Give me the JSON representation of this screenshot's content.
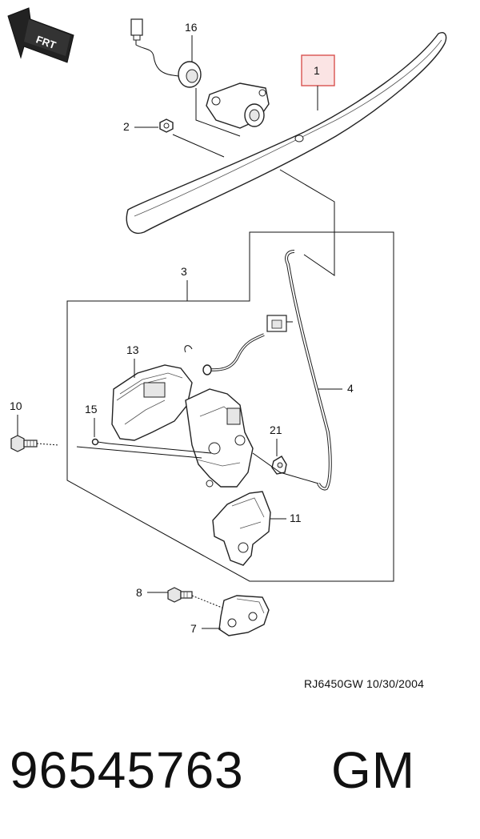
{
  "diagram": {
    "front_indicator": "FRT",
    "callouts": {
      "p1": "1",
      "p2": "2",
      "p3": "3",
      "p4": "4",
      "p7": "7",
      "p8": "8",
      "p10": "10",
      "p11": "11",
      "p13": "13",
      "p15": "15",
      "p16": "16",
      "p21": "21"
    },
    "highlight_color": "#d9534f",
    "highlight_fill": "#fbe4e4"
  },
  "footer": {
    "drawing_code": "RJ6450GW  10/30/2004",
    "part_number": "96545763",
    "brand": "GM"
  }
}
